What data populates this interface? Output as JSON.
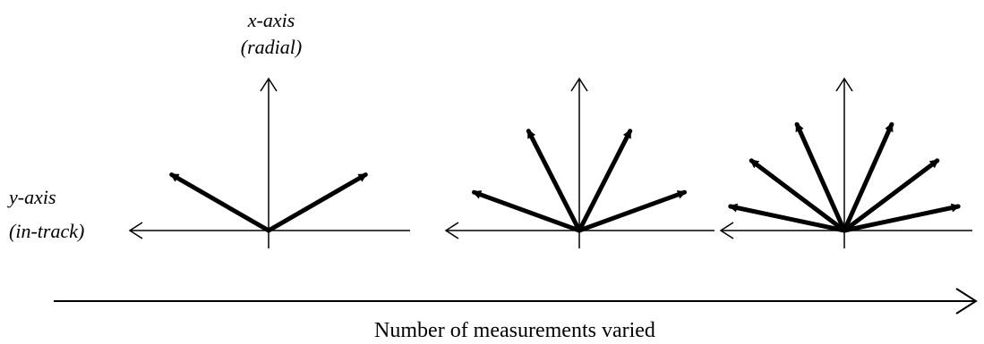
{
  "labels": {
    "x_axis_line1": "x-axis",
    "x_axis_line2": "(radial)",
    "y_axis_line1": "y-axis",
    "y_axis_line2": "(in-track)",
    "caption": "Number of measurements varied"
  },
  "panels": [
    {
      "vector_angles_deg": [
        -150,
        -30
      ]
    },
    {
      "vector_angles_deg": [
        -160,
        -117,
        -63,
        -20
      ]
    },
    {
      "vector_angles_deg": [
        -168,
        -143,
        -114,
        -66,
        -37,
        -12
      ]
    }
  ],
  "colors": {
    "stroke": "#000000",
    "background": "#ffffff"
  }
}
